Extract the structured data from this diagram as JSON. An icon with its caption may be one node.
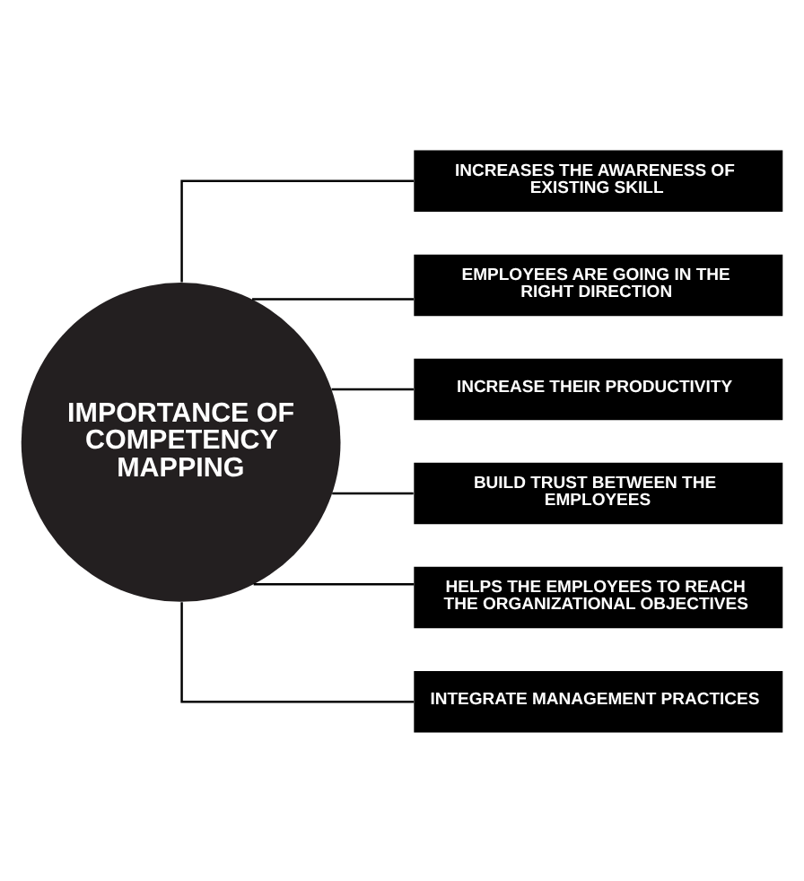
{
  "diagram": {
    "nodes": [
      {
        "text": [
          "IMPORTANCE OF COMPETENCY MAPPING"
        ]
      },
      {
        "text": [
          "INCREASES THE AWARENESS OF EXISTING SKILL"
        ]
      },
      {
        "text": [
          "EMPLOYEES ARE GOING IN THE RIGHT DIRECTION"
        ]
      },
      {
        "text": [
          "INCREASE THEIR PRODUCTIVITY"
        ]
      },
      {
        "text": [
          "BUILD TRUST BETWEEN THE EMPLOYEES"
        ]
      },
      {
        "text": [
          "HELPS THE EMPLOYEES TO REACH THE ORGANIZATIONAL OBJECTIVES"
        ]
      },
      {
        "text": [
          "INTEGRATE MANAGEMENT PRACTICES"
        ]
      }
    ],
    "edges": [
      {
        "from": 0,
        "to": 1,
        "arrow": "none"
      },
      {
        "from": 0,
        "to": 2,
        "arrow": "none"
      },
      {
        "from": 0,
        "to": 3,
        "arrow": "none"
      },
      {
        "from": 0,
        "to": 4,
        "arrow": "none"
      },
      {
        "from": 0,
        "to": 5,
        "arrow": "none"
      },
      {
        "from": 0,
        "to": 6,
        "arrow": "none"
      }
    ]
  }
}
